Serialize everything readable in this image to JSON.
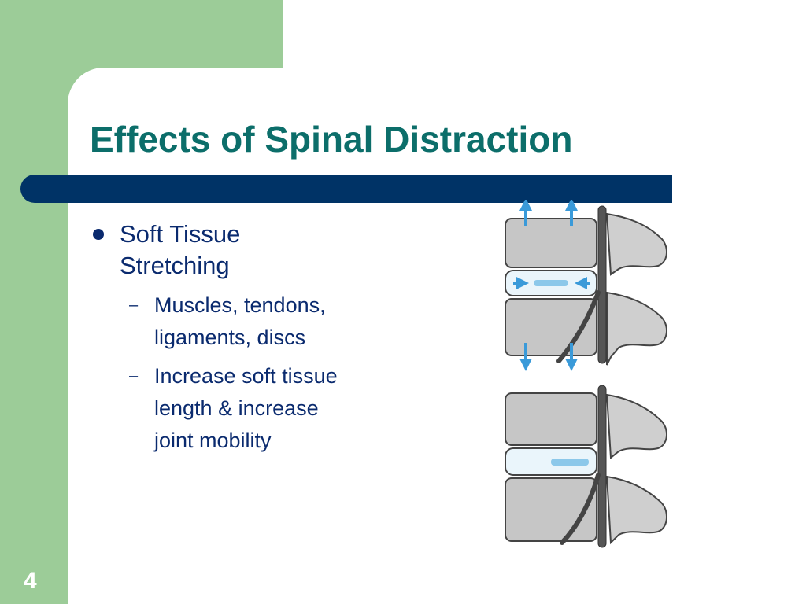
{
  "slide": {
    "title": "Effects of Spinal Distraction",
    "number": "4",
    "colors": {
      "accent_green": "#9ccc98",
      "title_teal": "#0c6e6a",
      "bar_navy": "#003366",
      "text_navy": "#0a2a6e",
      "arrow_blue": "#3a9ad9"
    }
  },
  "bullets": {
    "main": {
      "line1": "Soft Tissue",
      "line2": "Stretching"
    },
    "sub": [
      {
        "line1": "Muscles, tendons,",
        "line2": "ligaments, discs"
      },
      {
        "line1": "Increase soft tissue",
        "line2": "length & increase",
        "line3": "joint mobility"
      }
    ]
  },
  "figure": {
    "icon": "spine-distraction-illustration"
  }
}
